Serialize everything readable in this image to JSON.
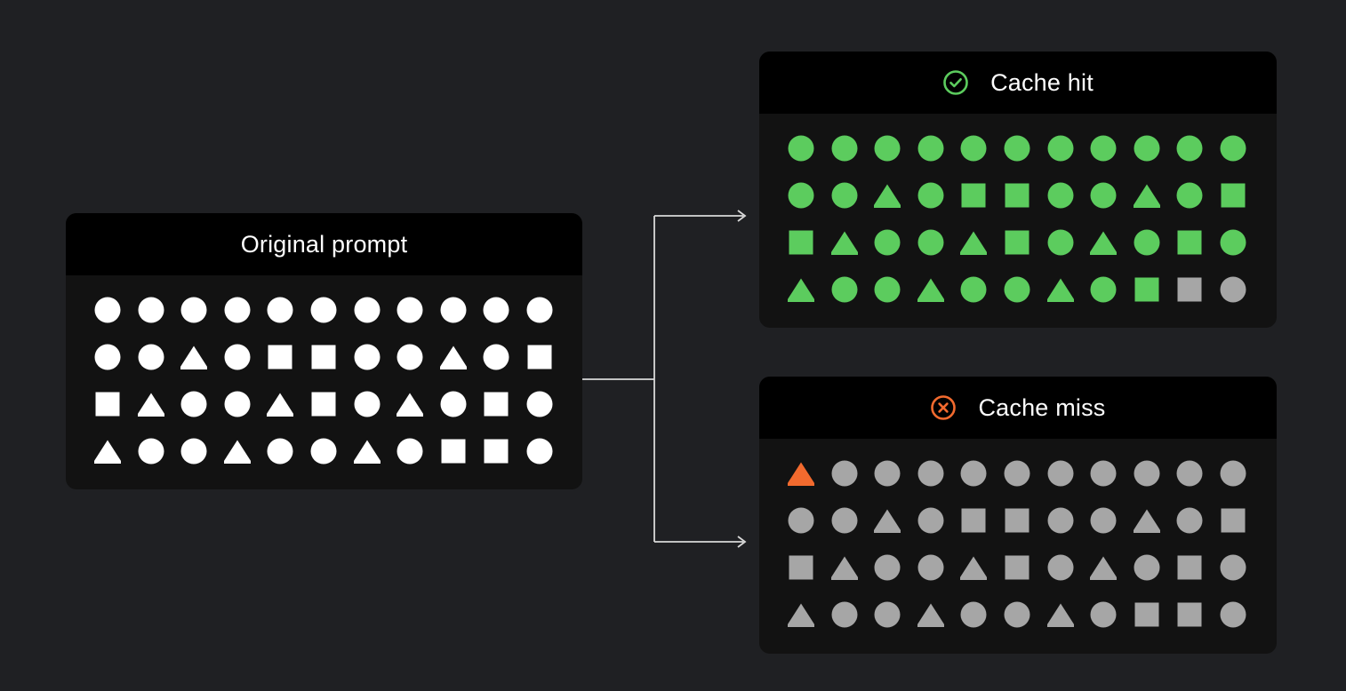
{
  "colors": {
    "background": "#1f2023",
    "panel": "#121212",
    "header": "#000000",
    "white": "#ffffff",
    "green": "#5ccc5e",
    "gray": "#a6a6a6",
    "orange": "#f26a2e",
    "connector": "#d9d9d9"
  },
  "prompt_shapes": [
    [
      "circle",
      "circle",
      "circle",
      "circle",
      "circle",
      "circle",
      "circle",
      "circle",
      "circle",
      "circle",
      "circle"
    ],
    [
      "circle",
      "circle",
      "triangle",
      "circle",
      "square",
      "square",
      "circle",
      "circle",
      "triangle",
      "circle",
      "square"
    ],
    [
      "square",
      "triangle",
      "circle",
      "circle",
      "triangle",
      "square",
      "circle",
      "triangle",
      "circle",
      "square",
      "circle"
    ],
    [
      "triangle",
      "circle",
      "circle",
      "triangle",
      "circle",
      "circle",
      "triangle",
      "circle",
      "square",
      "square",
      "circle"
    ]
  ],
  "original": {
    "title": "Original prompt",
    "fill_color": "#ffffff"
  },
  "cache_hit": {
    "title": "Cache hit",
    "icon": "check-circle-icon",
    "icon_color": "#5ccc5e",
    "matched_count": 42,
    "match_color": "#5ccc5e",
    "rest_color": "#a6a6a6"
  },
  "cache_miss": {
    "title": "Cache miss",
    "icon": "x-circle-icon",
    "icon_color": "#f26a2e",
    "changed_index": 0,
    "changed_shape": "triangle",
    "changed_color": "#f26a2e",
    "rest_color": "#a6a6a6"
  }
}
